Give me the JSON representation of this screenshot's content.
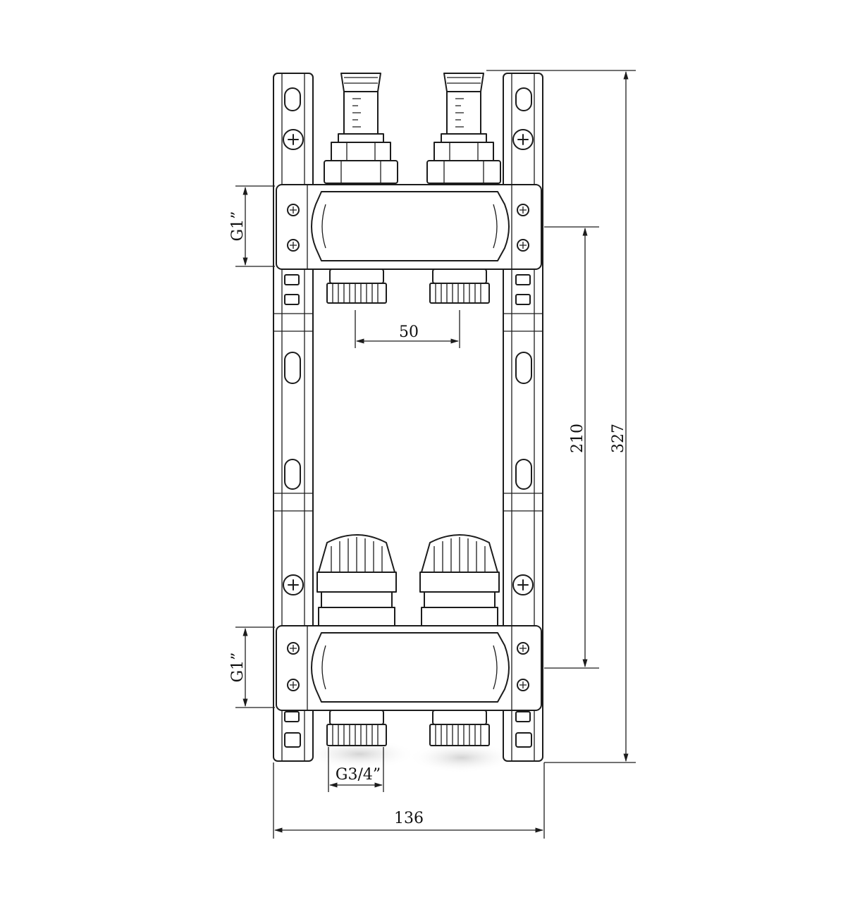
{
  "dimensions": {
    "pitch": "50",
    "inner_height": "210",
    "total_height": "327",
    "total_width": "136",
    "thread_top": "G1”",
    "thread_bottom": "G1”",
    "outlet_thread": "G3/4”"
  },
  "icons": [
    "screw-head-icon",
    "flow-meter-icon",
    "valve-cap-icon",
    "bracket-icon"
  ]
}
